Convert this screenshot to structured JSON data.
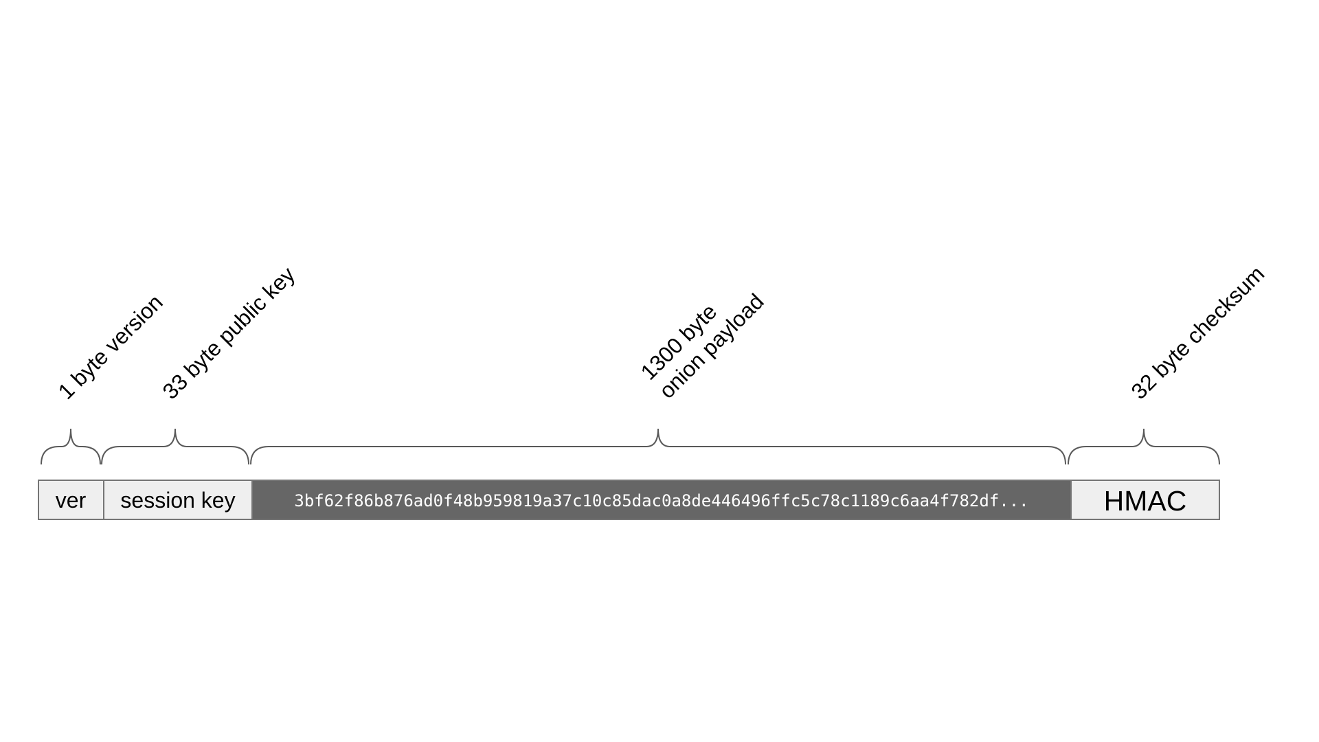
{
  "packet": {
    "fields": [
      {
        "id": "version",
        "cell_text": "ver",
        "annotation": [
          "1 byte version"
        ]
      },
      {
        "id": "session_key",
        "cell_text": "session key",
        "annotation": [
          "33 byte public key"
        ]
      },
      {
        "id": "payload",
        "cell_text": "3bf62f86b876ad0f48b959819a37c10c85dac0a8de446496ffc5c78c1189c6aa4f782df...",
        "annotation": [
          "1300 byte",
          "onion payload"
        ]
      },
      {
        "id": "hmac",
        "cell_text": "HMAC",
        "annotation": [
          "32 byte checksum"
        ]
      }
    ]
  },
  "colors": {
    "light_cell": "#efefef",
    "dark_cell": "#666666",
    "border": "#757575",
    "brace": "#595959",
    "payload_text": "#ffffff"
  }
}
